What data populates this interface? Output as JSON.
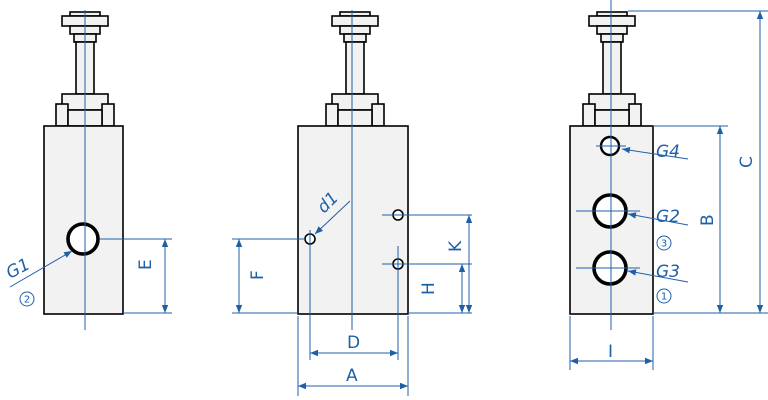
{
  "labels": {
    "G1": "G1",
    "G2": "G2",
    "G3": "G3",
    "G4": "G4",
    "d1": "d1",
    "A": "A",
    "B": "B",
    "C": "C",
    "D": "D",
    "E": "E",
    "F": "F",
    "H": "H",
    "I": "I",
    "K": "K"
  },
  "port_numbers": {
    "p1": "1",
    "p2": "2",
    "p3": "3"
  },
  "colors": {
    "line": "#000000",
    "dimension": "#1f5fa8",
    "fill": "#f2f2f2"
  }
}
